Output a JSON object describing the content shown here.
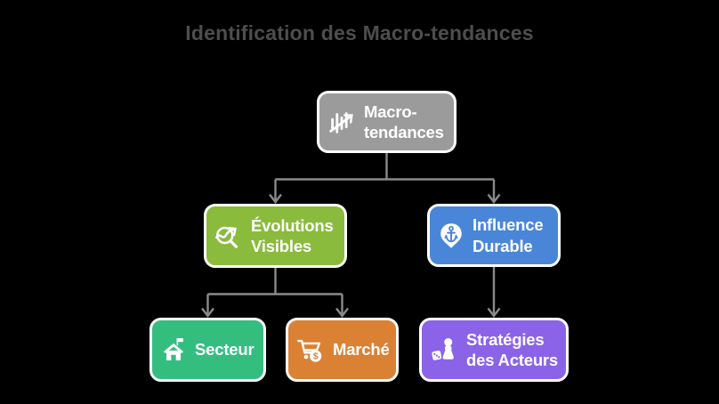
{
  "title": "Identification des Macro-tendances",
  "colors": {
    "background": "#000000",
    "title_text": "#4d4d4d",
    "connector": "#8a8a8a",
    "node_text": "#ffffff",
    "node_border": "#ffffff"
  },
  "nodes": [
    {
      "id": "macro-tendances",
      "label": "Macro-\ntendances",
      "icon": "trending-chart-icon",
      "color": "#9b9b9b"
    },
    {
      "id": "evolutions-visibles",
      "label": "Évolutions\nVisibles",
      "icon": "trend-magnifier-icon",
      "color": "#8abb3d"
    },
    {
      "id": "influence-durable",
      "label": "Influence\nDurable",
      "icon": "anchor-pin-icon",
      "color": "#4a86d8"
    },
    {
      "id": "secteur",
      "label": "Secteur",
      "icon": "house-flag-icon",
      "color": "#33be80"
    },
    {
      "id": "marche",
      "label": "Marché",
      "icon": "cart-dollar-icon",
      "color": "#db8134",
      "badge_text": "$"
    },
    {
      "id": "strategies-des-acteurs",
      "label": "Stratégies\ndes Acteurs",
      "icon": "pawn-die-icon",
      "color": "#8b63e8"
    }
  ],
  "edges": [
    {
      "from": "macro-tendances",
      "to": "evolutions-visibles"
    },
    {
      "from": "macro-tendances",
      "to": "influence-durable"
    },
    {
      "from": "evolutions-visibles",
      "to": "secteur"
    },
    {
      "from": "evolutions-visibles",
      "to": "marche"
    },
    {
      "from": "influence-durable",
      "to": "strategies-des-acteurs"
    }
  ]
}
